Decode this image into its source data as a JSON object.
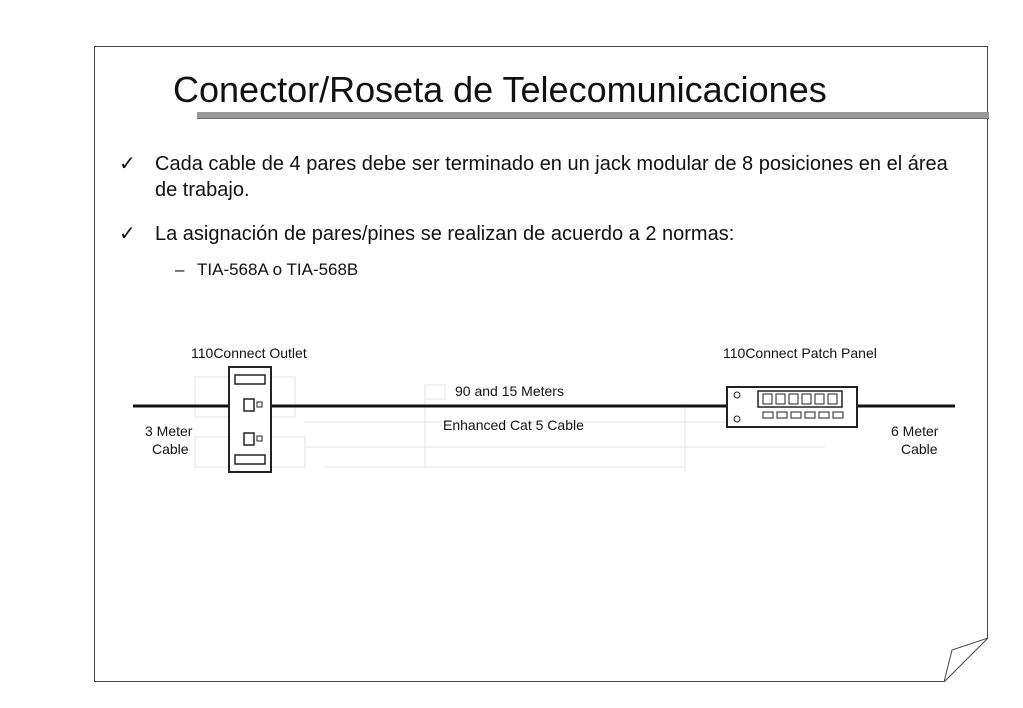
{
  "slide": {
    "title": "Conector/Roseta de Telecomunicaciones",
    "bullets": [
      {
        "check": "✓",
        "text": "Cada cable de 4 pares debe ser terminado en un jack modular de 8 posiciones en el área de trabajo."
      },
      {
        "check": "✓",
        "text": "La asignación de pares/pines se realizan de acuerdo a 2 normas:"
      }
    ],
    "subbullet": {
      "dash": "–",
      "text": "TIA-568A o TIA-568B"
    }
  },
  "diagram": {
    "outlet_label": "110Connect Outlet",
    "patch_panel_label": "110Connect Patch Panel",
    "distance_label": "90 and 15 Meters",
    "cable_type_label": "Enhanced Cat 5 Cable",
    "left_cable_line1": "3 Meter",
    "left_cable_line2": "Cable",
    "right_cable_line1": "6 Meter",
    "right_cable_line2": "Cable"
  }
}
